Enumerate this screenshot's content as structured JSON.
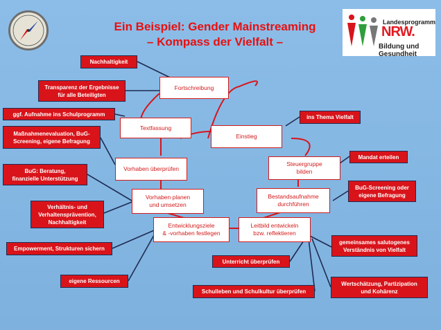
{
  "header": {
    "title_line1": "Ein Beispiel: Gender Mainstreaming",
    "title_line2": "– Kompass der Vielfalt –"
  },
  "logo": {
    "line1": "Landesprogramm",
    "line2": "NRW.",
    "line3": "Bildung und Gesundheit"
  },
  "cycle": {
    "fortschreibung": "Fortschreibung",
    "textfassung": "Textfassung",
    "einstieg": "Einstieg",
    "steuergruppe": [
      "Steuergruppe",
      "bilden"
    ],
    "vorhaben_pruefen": "Vorhaben überprüfen",
    "vorhaben_planen": [
      "Vorhaben planen",
      "und umsetzen"
    ],
    "bestandsaufnahme": [
      "Bestandsaufnahme",
      "durchführen"
    ],
    "entwicklungsziele": [
      "Entwicklungsziele",
      "& -vorhaben festlegen"
    ],
    "leitbild": [
      "Leitbild entwickeln",
      "bzw. reflektieren"
    ]
  },
  "notes": {
    "nachhaltigkeit": "Nachhaltigkeit",
    "transparenz": [
      "Transparenz der Ergebnisse",
      "für alle Beteiligten"
    ],
    "schulprogramm": "ggf. Aufnahme ins Schulprogramm",
    "massnahmen": [
      "Maßnahmenevaluation, BuG-",
      "Screening, eigene Befragung"
    ],
    "bug_beratung": [
      "BuG: Beratung,",
      "finanzielle Unterstützung"
    ],
    "verhaeltnis": [
      "Verhältnis- und",
      "Verhaltensprävention,",
      "Nachhaltigkeit"
    ],
    "empowerment": "Empowerment, Strukturen sichern",
    "ressourcen": "eigene Ressourcen",
    "thema_vielfalt": "ins Thema Vielfalt",
    "mandat": "Mandat erteilen",
    "bug_screening": [
      "BuG-Screening oder",
      "eigene Befragung"
    ],
    "salutogenes": [
      "gemeinsames salutogenes",
      "Verständnis von Vielfalt"
    ],
    "unterricht": "Unterricht überprüfen",
    "wertschaetzung": [
      "Wertschätzung, Partizipation",
      "und Kohärenz"
    ],
    "schulleben": "Schulleben und Schulkultur überprüfen"
  }
}
